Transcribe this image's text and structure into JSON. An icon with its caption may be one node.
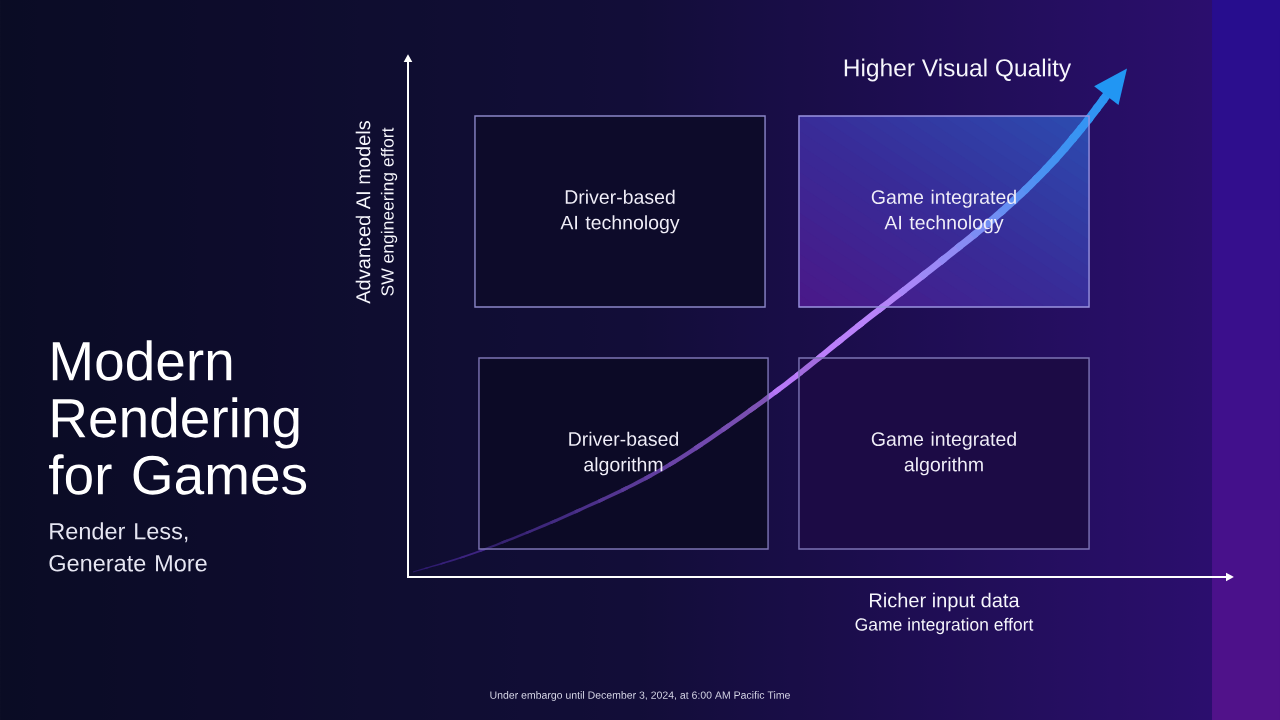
{
  "diagram": {
    "title": "Modern Rendering for Games",
    "nodes": [
      {
        "text": [
          "Driver-based AI technology"
        ]
      },
      {
        "text": [
          "Game integrated AI technology"
        ]
      },
      {
        "text": [
          "Driver-based algorithm"
        ]
      },
      {
        "text": [
          "Game integrated algorithm"
        ]
      }
    ],
    "labels": [
      "Higher Visual Quality",
      "Advanced AI models",
      "SW engineering effort",
      "Render Less, Generate More",
      "Richer input data",
      "Game integration effort",
      "Under embargo until December 3, 2024, at 6:00 AM Pacific Time"
    ]
  }
}
